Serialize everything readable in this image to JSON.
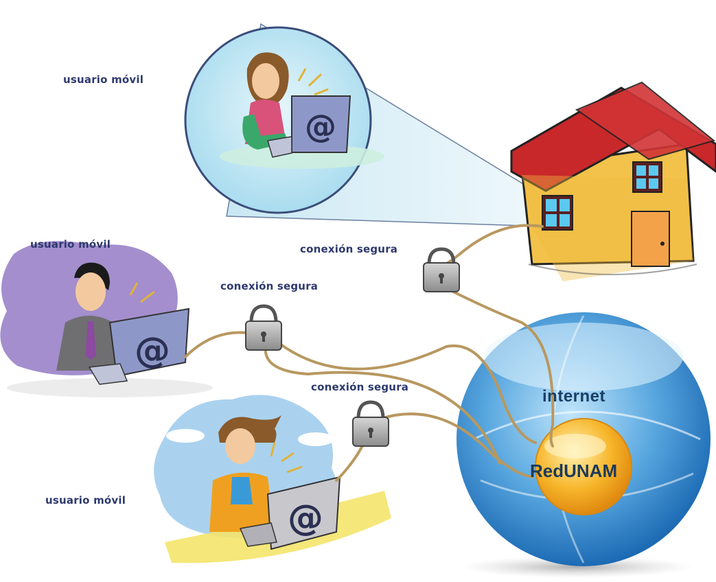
{
  "labels": {
    "user_top": "usuario móvil",
    "user_left": "usuario móvil",
    "user_bottom": "usuario móvil",
    "conn_house": "conexión segura",
    "conn_left": "conexión segura",
    "conn_bottom": "conexión segura"
  },
  "globe": {
    "title": "internet",
    "core": "RedUNAM"
  },
  "icons": {
    "laptop_symbol": "@",
    "lock": "padlock-icon",
    "house": "house-icon"
  },
  "colors": {
    "label_text": "#2e3a6e",
    "cable": "#b89860",
    "globe_blue": "#3f8fd0",
    "core_orange": "#f2a21c",
    "roof_red": "#c8282a",
    "house_wall": "#f2c24a"
  }
}
